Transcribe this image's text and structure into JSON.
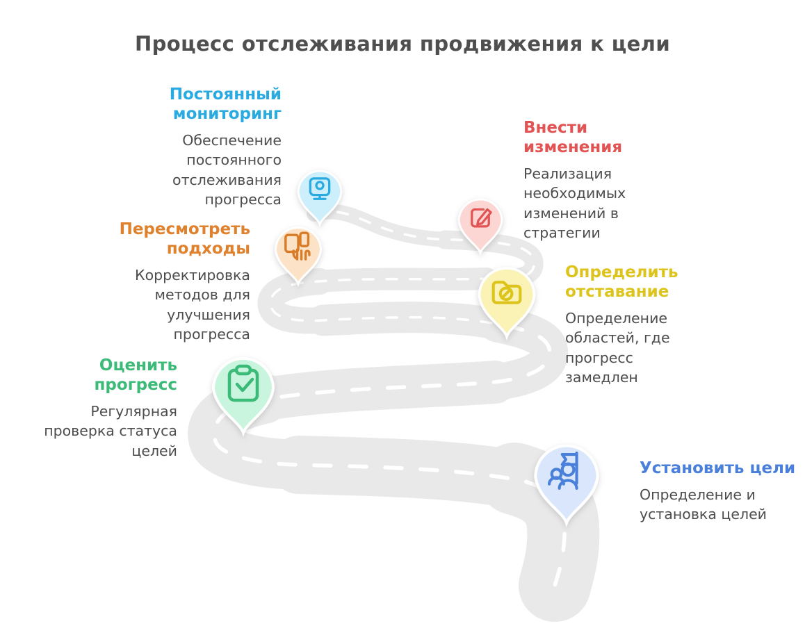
{
  "title": "Процесс отслеживания продвижения к цели",
  "road": {
    "color": "#e9e9e9",
    "dash_color": "#ffffff"
  },
  "text_color": "#4d4d4d",
  "milestones": [
    {
      "name": "set-goals",
      "title": "Установить цели",
      "description": "Определение и установка целей",
      "accent": "#4a80d9",
      "pin_fill": "#d9e6fb",
      "icon": "team-flag-icon",
      "position": "bottom-right"
    },
    {
      "name": "identify-lag",
      "title": "Определить отставание",
      "description": "Определение областей, где прогресс замедлен",
      "accent": "#ddc41c",
      "pin_fill": "#faf3b5",
      "icon": "blocked-folder-icon",
      "position": "middle-right"
    },
    {
      "name": "make-changes",
      "title": "Внести изменения",
      "description": "Реализация необходимых изменений в стратегии",
      "accent": "#e25454",
      "pin_fill": "#fcd6d3",
      "icon": "edit-icon",
      "position": "top-right"
    },
    {
      "name": "assess-progress",
      "title": "Оценить прогресс",
      "description": "Регулярная проверка статуса целей",
      "accent": "#3cba78",
      "pin_fill": "#c9f4dd",
      "icon": "clipboard-check-icon",
      "position": "bottom-left"
    },
    {
      "name": "revise-approaches",
      "title": "Пересмотреть подходы",
      "description": "Корректировка методов для улучшения прогресса",
      "accent": "#e0812d",
      "pin_fill": "#fce3c8",
      "icon": "devices-hand-icon",
      "position": "middle-left"
    },
    {
      "name": "continuous-monitoring",
      "title": "Постоянный мониторинг",
      "description": "Обеспечение постоянного отслеживания прогресса",
      "accent": "#29abe2",
      "pin_fill": "#cdeffb",
      "icon": "monitor-icon",
      "position": "top-left"
    }
  ]
}
